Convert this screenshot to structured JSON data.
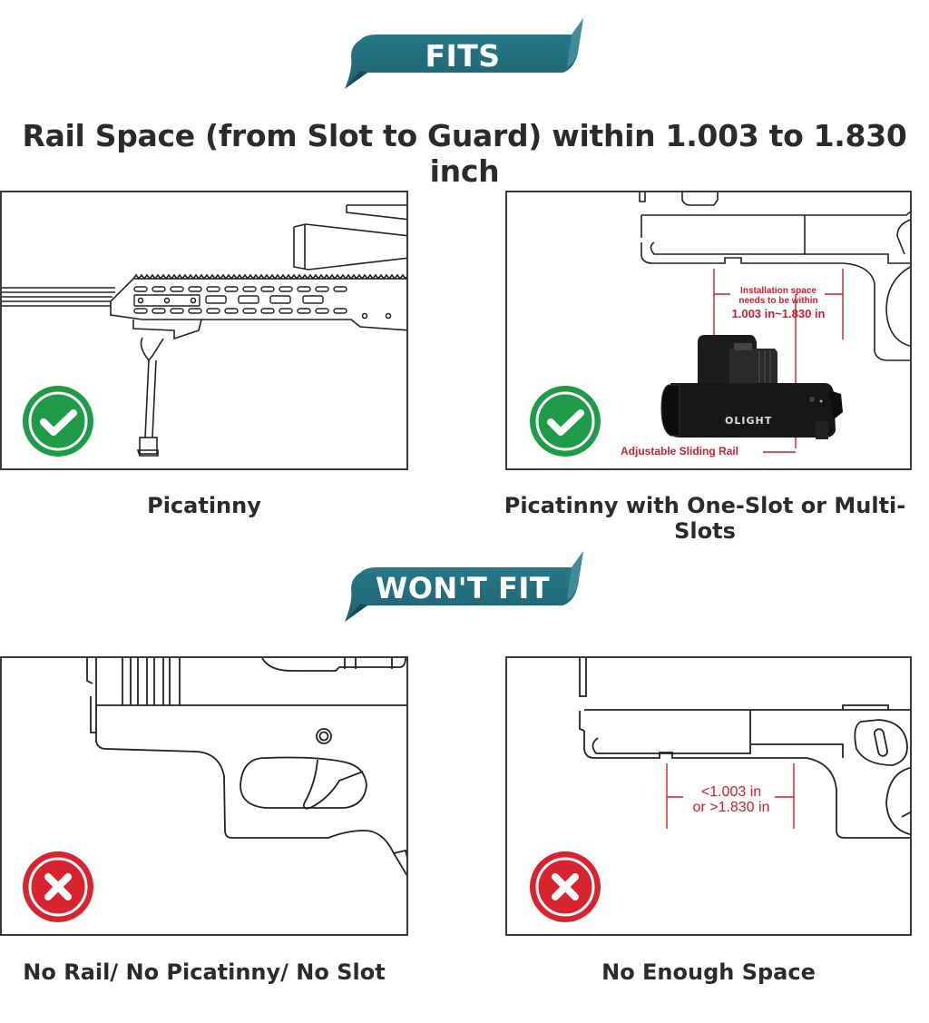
{
  "colors": {
    "banner_teal": "#23707e",
    "banner_teal_dark": "#1a5560",
    "check_green": "#1e9a48",
    "cross_red": "#d7242f",
    "annotation_red": "#c8202e",
    "outline": "#222222"
  },
  "fits_section": {
    "banner_label": "FITS",
    "headline": "Rail Space (from Slot to Guard) within 1.003 to 1.830 inch",
    "panels": [
      {
        "caption": "Picatinny",
        "badge_icon": "check-icon",
        "illustration": "rifle-with-picatinny-rail-and-bipod"
      },
      {
        "caption": "Picatinny with One-Slot or Multi-Slots",
        "badge_icon": "check-icon",
        "illustration": "pistol-with-olight-weapon-light",
        "annotation_line1": "Installation space",
        "annotation_line2": "needs to be within",
        "annotation_range": "1.003 in~1.830 in",
        "callout": "Adjustable Sliding Rail",
        "brand": "OLIGHT"
      }
    ]
  },
  "wont_fit_section": {
    "banner_label": "WON'T FIT",
    "panels": [
      {
        "caption": "No Rail/ No Picatinny/ No Slot",
        "badge_icon": "cross-icon",
        "illustration": "pistol-without-rail"
      },
      {
        "caption": "No Enough Space",
        "badge_icon": "cross-icon",
        "illustration": "pistol-with-short-rail",
        "annotation_line1": "<1.003 in",
        "annotation_line2": "or >1.830 in"
      }
    ]
  }
}
